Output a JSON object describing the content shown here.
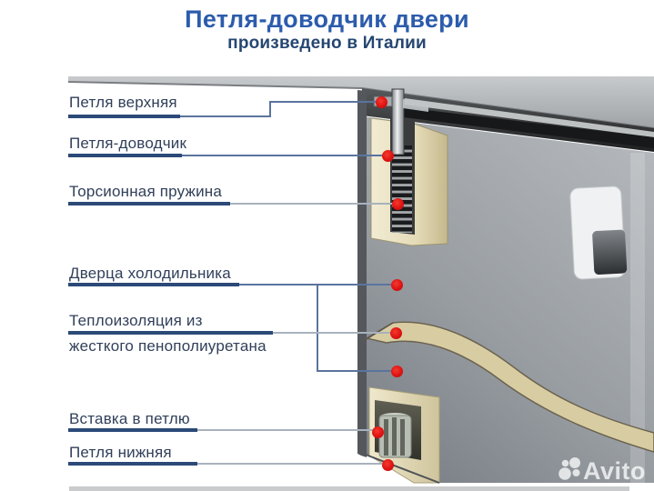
{
  "header": {
    "title": "Петля-доводчик двери",
    "subtitle": "произведено в Италии"
  },
  "callouts": {
    "hinge_top": "Петля верхняя",
    "hinge_closer": "Петля-доводчик",
    "torsion_spring": "Торсионная пружина",
    "fridge_door": "Дверца холодильника",
    "insulation_line1": "Теплоизоляция из",
    "insulation_line2": "жесткого пенополиуретана",
    "hinge_insert": "Вставка в петлю",
    "hinge_bottom": "Петля нижняя"
  },
  "watermark": {
    "brand": "Avito"
  },
  "colors": {
    "title_blue": "#2c5cac",
    "subtitle_navy": "#254672",
    "label_text": "#31405a",
    "underline_navy": "#2c4a78",
    "leader_navy": "#5a749e",
    "leader_light": "#a8b2bd",
    "marker_red": "#df1212",
    "insulation_cream": "#d8cda2",
    "steel_gray": "#9aa0a5"
  }
}
